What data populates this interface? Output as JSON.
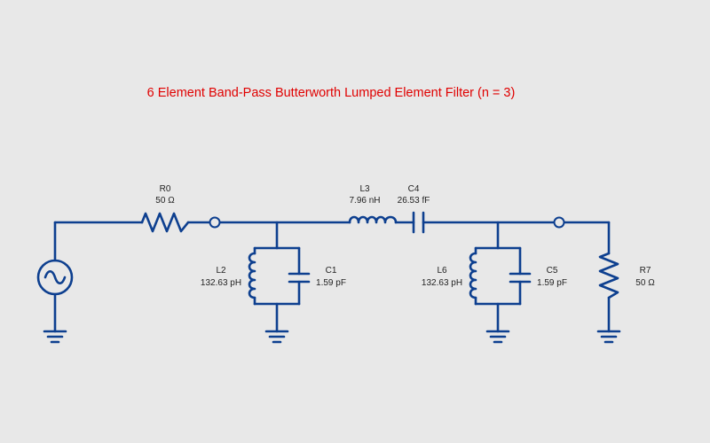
{
  "title": "6 Element Band-Pass Butterworth Lumped Element Filter (n = 3)",
  "colors": {
    "title": "#e00000",
    "circuit": "#0d3f8f",
    "background": "#e8e8e8",
    "text": "#222222"
  },
  "components": {
    "source": {
      "icon": "ac-source-icon"
    },
    "r0": {
      "name": "R0",
      "value": "50 Ω"
    },
    "l2": {
      "name": "L2",
      "value": "132.63 pH"
    },
    "c1": {
      "name": "C1",
      "value": "1.59 pF"
    },
    "l3": {
      "name": "L3",
      "value": "7.96 nH"
    },
    "c4": {
      "name": "C4",
      "value": "26.53 fF"
    },
    "l6": {
      "name": "L6",
      "value": "132.63 pH"
    },
    "c5": {
      "name": "C5",
      "value": "1.59 pF"
    },
    "r7": {
      "name": "R7",
      "value": "50 Ω"
    }
  }
}
